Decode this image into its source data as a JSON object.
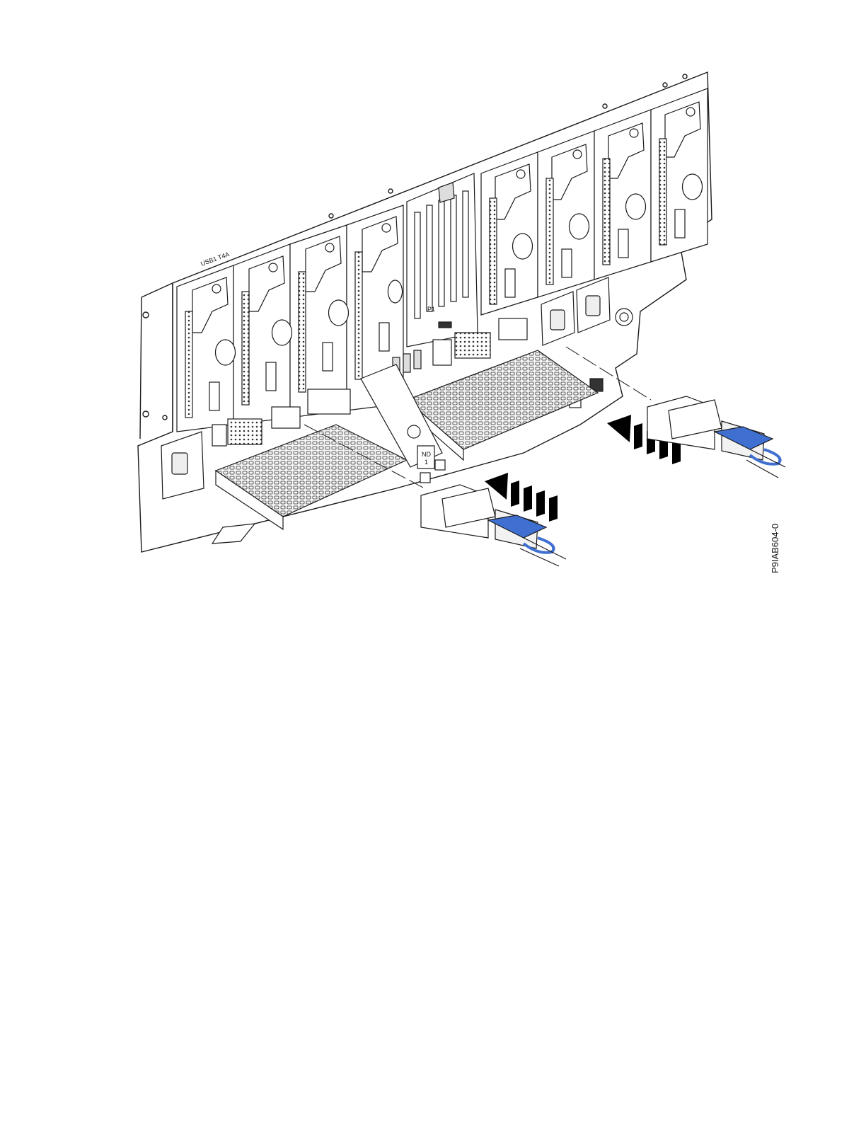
{
  "figure": {
    "id_code": "P9IAB604-0",
    "labels": {
      "node_label_line1": "ND",
      "node_label_line2": "1",
      "slot_label": "P1",
      "rotated_tag": "USB1 T4A"
    },
    "colors": {
      "cable_tab": "#3f6fd0",
      "line_art": "#1a1a1a",
      "arrow": "#000000"
    },
    "icons": [
      "insert-arrow-icon",
      "cable-connector-icon",
      "power-inlet-icon"
    ]
  }
}
